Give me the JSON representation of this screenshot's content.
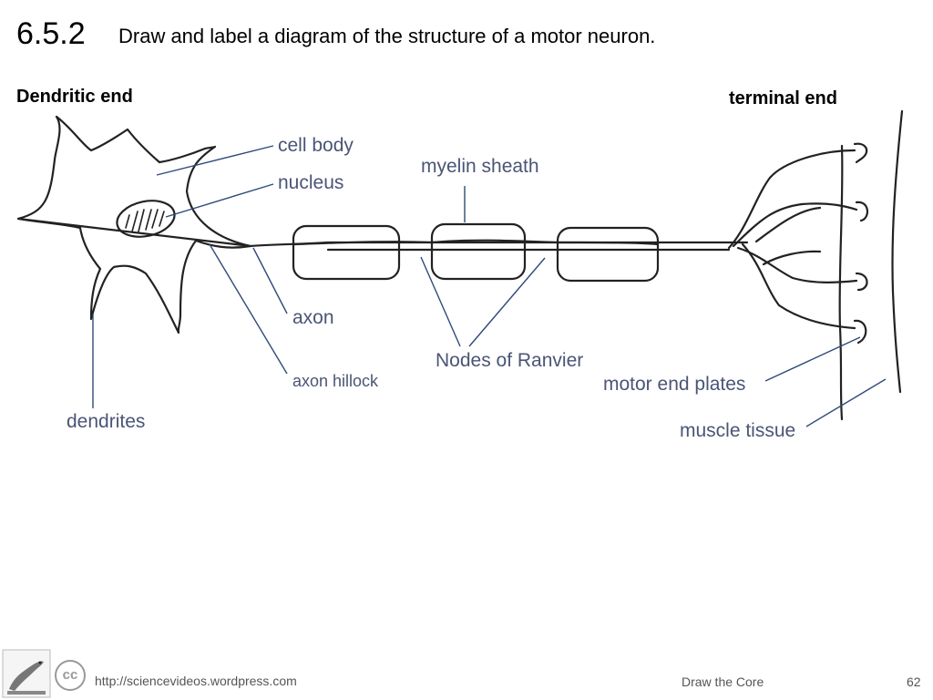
{
  "header": {
    "number": "6.5.2",
    "title": "Draw and label a diagram of the structure of a motor neuron."
  },
  "ends": {
    "dendritic": "Dendritic end",
    "terminal": "terminal end"
  },
  "labels": {
    "cell_body": "cell body",
    "nucleus": "nucleus",
    "myelin_sheath": "myelin sheath",
    "axon": "axon",
    "axon_hillock": "axon hillock",
    "nodes_of_ranvier": "Nodes of Ranvier",
    "motor_end_plates": "motor end plates",
    "muscle_tissue": "muscle tissue",
    "dendrites": "dendrites"
  },
  "footer": {
    "url": "http://sciencevideos.wordpress.com",
    "center": "Draw the Core",
    "page": "62",
    "cc": "cc"
  },
  "colors": {
    "label_text": "#4a5576",
    "leader_line": "#2f4a7a",
    "drawing": "#222222"
  },
  "icons": {
    "logo": "lizard-logo",
    "license": "creative-commons-icon"
  }
}
